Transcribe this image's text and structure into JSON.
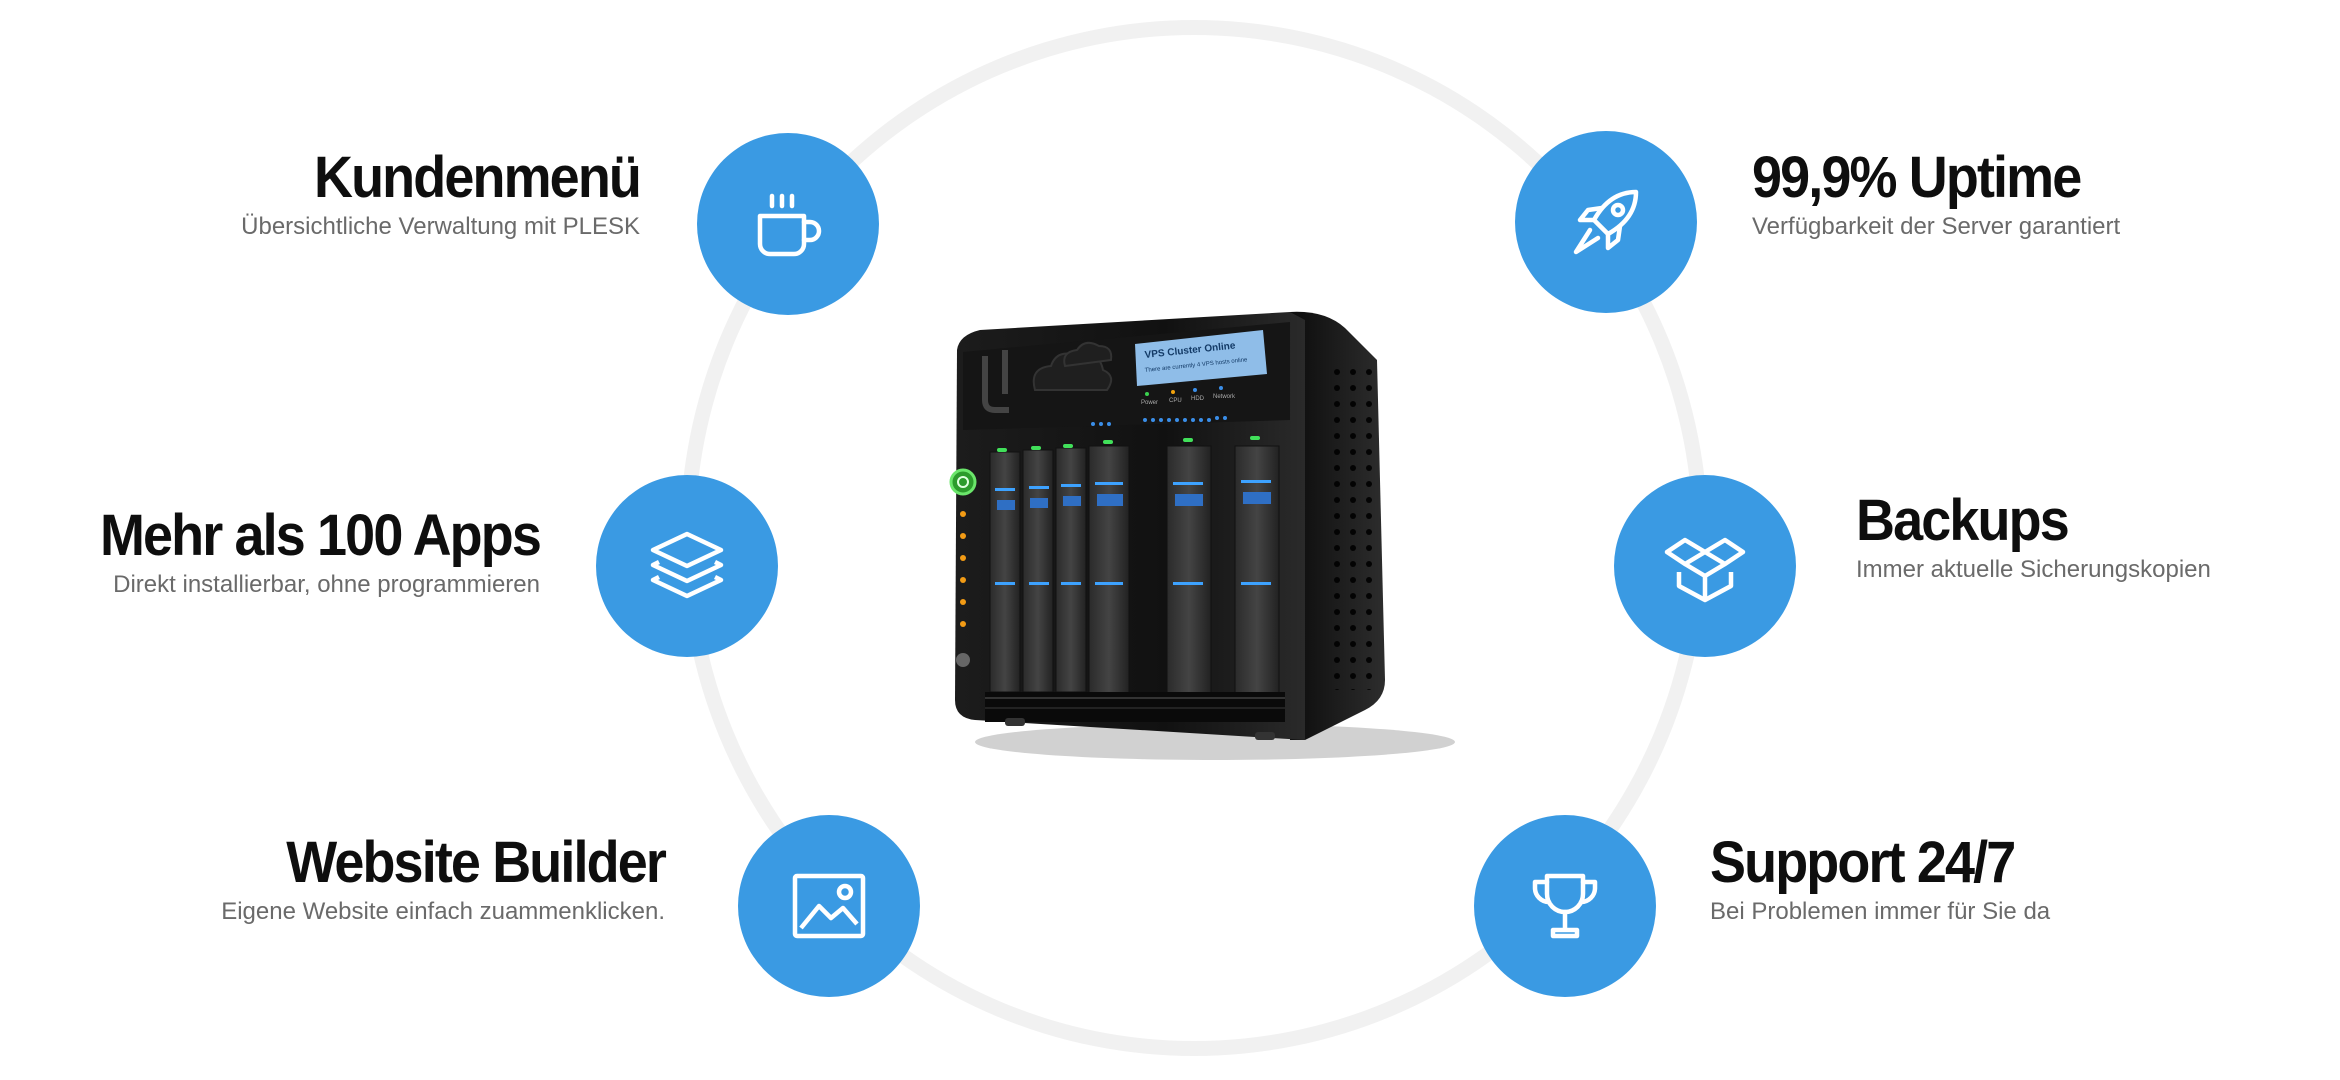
{
  "features": {
    "kundenmenu": {
      "title": "Kundenmenü",
      "subtitle": "Übersichtliche Verwaltung mit PLESK",
      "icon": "coffee-cup-icon"
    },
    "apps": {
      "title": "Mehr als 100 Apps",
      "subtitle": "Direkt installierbar, ohne programmieren",
      "icon": "layers-icon"
    },
    "builder": {
      "title": "Website Builder",
      "subtitle": "Eigene Website einfach zuammenklicken.",
      "icon": "image-icon"
    },
    "uptime": {
      "title": "99,9% Uptime",
      "subtitle": "Verfügbarkeit der Server garantiert",
      "icon": "rocket-icon"
    },
    "backups": {
      "title": "Backups",
      "subtitle": "Immer aktuelle Sicherungskopien",
      "icon": "box-icon"
    },
    "support": {
      "title": "Support 24/7",
      "subtitle": "Bei Problemen immer für Sie da",
      "icon": "trophy-icon"
    }
  },
  "server": {
    "screen_title": "VPS Cluster Online",
    "screen_text": "There are currently 4 VPS hosts online",
    "indicator_labels": [
      "Power",
      "CPU",
      "HDD",
      "Network"
    ]
  },
  "colors": {
    "accent": "#3a9ae3",
    "ring": "#f1f1f1",
    "title": "#0e0e0e",
    "subtitle": "#6a6a6a"
  }
}
